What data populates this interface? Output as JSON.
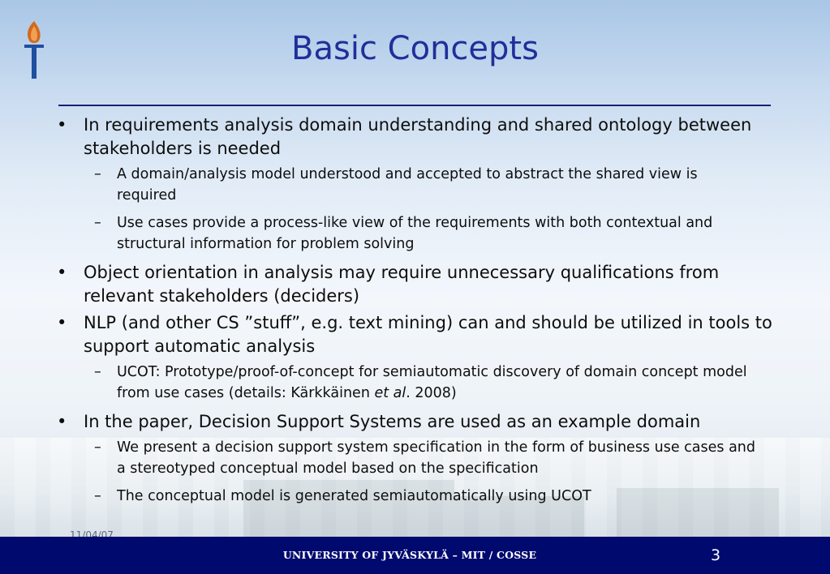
{
  "slide": {
    "title": "Basic Concepts",
    "bullets": [
      {
        "text": "In requirements analysis domain understanding and shared ontology between stakeholders is needed",
        "subs": [
          "A domain/analysis model understood and accepted to abstract the shared view is required",
          "Use cases provide a process-like view of the requirements with both contextual and structural information for problem solving"
        ]
      },
      {
        "text": "Object orientation in analysis may require unnecessary qualifications from relevant stakeholders (deciders)",
        "subs": []
      },
      {
        "text": "NLP (and other CS ”stuff”, e.g. text mining) can and should be utilized in tools to support automatic analysis",
        "subs": [
          {
            "before": "UCOT: Prototype/proof-of-concept for semiautomatic discovery of domain concept model from use cases (details: Kärkkäinen ",
            "italic": "et al",
            "after": ". 2008)"
          }
        ]
      },
      {
        "text": "In the paper, Decision Support Systems are used as an example domain",
        "subs": [
          "We present a decision support system specification in the form of business use cases and a stereotyped conceptual model based on the specification",
          "The conceptual model is generated semiautomatically using UCOT"
        ]
      }
    ],
    "bullet_marker": "•",
    "sub_marker": "–"
  },
  "footer": {
    "institution": "UNIVERSITY OF JYVÄSKYLÄ – MIT / COSSE",
    "page_number": "3",
    "date": "11/04/07"
  },
  "icons": {
    "logo": "torch-logo-icon"
  },
  "colors": {
    "title": "#1f2f9a",
    "footer_bar": "#000a6e",
    "logo_flame": "#d2691e",
    "logo_stand": "#1f4fa0"
  }
}
